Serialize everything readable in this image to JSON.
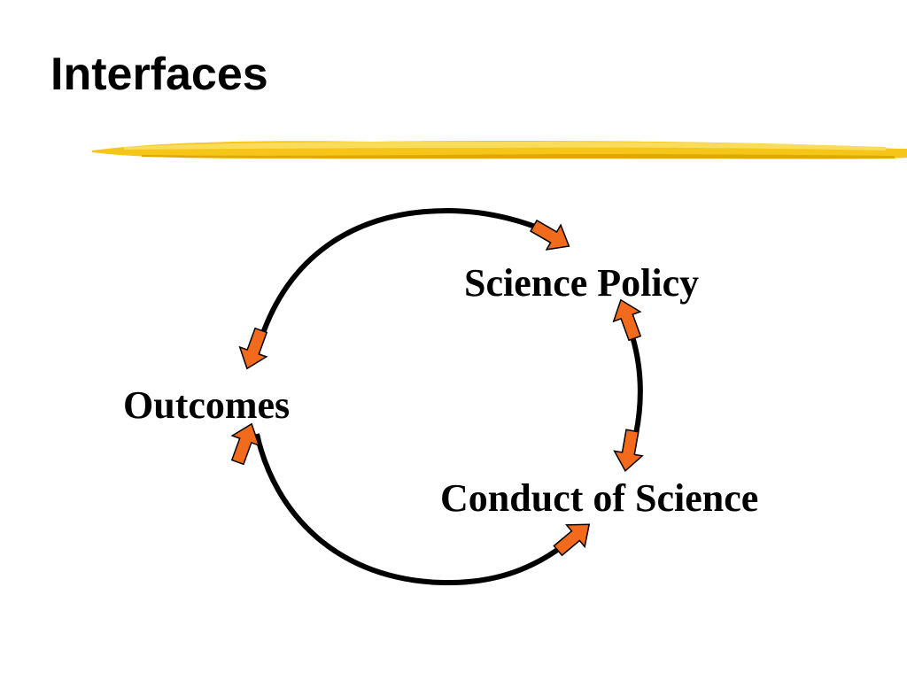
{
  "slide": {
    "title": "Interfaces"
  },
  "colors": {
    "brush": "#f5c518",
    "brush_dark": "#e0a800",
    "cycle_stroke": "#000000",
    "arrow_fill": "#f26a1b",
    "arrow_stroke": "#000000"
  },
  "diagram": {
    "nodes": [
      {
        "id": "science-policy",
        "label": "Science Policy"
      },
      {
        "id": "outcomes",
        "label": "Outcomes"
      },
      {
        "id": "conduct-of-science",
        "label": "Conduct of Science"
      }
    ],
    "edges": [
      {
        "from": "outcomes",
        "to": "science-policy"
      },
      {
        "from": "science-policy",
        "to": "outcomes"
      },
      {
        "from": "science-policy",
        "to": "conduct-of-science"
      },
      {
        "from": "conduct-of-science",
        "to": "science-policy"
      },
      {
        "from": "conduct-of-science",
        "to": "outcomes"
      },
      {
        "from": "outcomes",
        "to": "conduct-of-science"
      }
    ]
  }
}
